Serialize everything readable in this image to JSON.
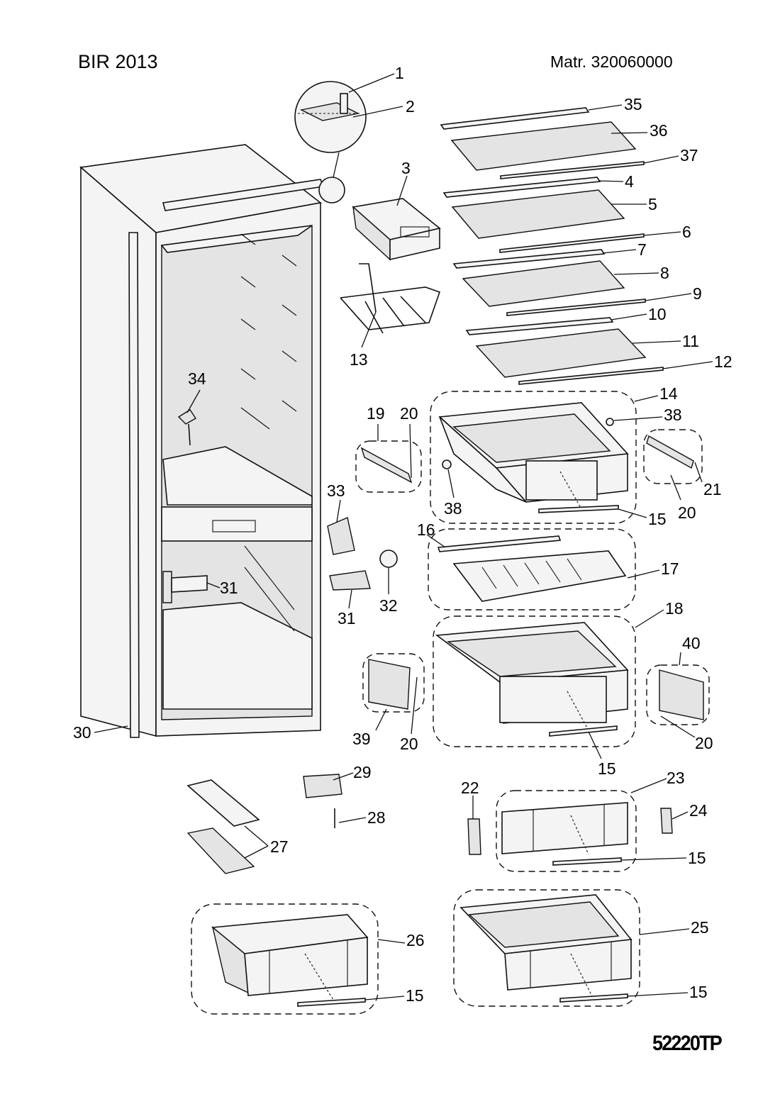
{
  "header": {
    "model": "BIR 2013",
    "matr": "Matr. 320060000"
  },
  "footer": {
    "drawing_code": "52220TP"
  },
  "callouts": [
    {
      "id": "c1",
      "text": "1"
    },
    {
      "id": "c2",
      "text": "2"
    },
    {
      "id": "c3",
      "text": "3"
    },
    {
      "id": "c4",
      "text": "4"
    },
    {
      "id": "c5",
      "text": "5"
    },
    {
      "id": "c6",
      "text": "6"
    },
    {
      "id": "c7",
      "text": "7"
    },
    {
      "id": "c8",
      "text": "8"
    },
    {
      "id": "c9",
      "text": "9"
    },
    {
      "id": "c10",
      "text": "10"
    },
    {
      "id": "c11",
      "text": "11"
    },
    {
      "id": "c12",
      "text": "12"
    },
    {
      "id": "c13",
      "text": "13"
    },
    {
      "id": "c14",
      "text": "14"
    },
    {
      "id": "c15a",
      "text": "15"
    },
    {
      "id": "c15b",
      "text": "15"
    },
    {
      "id": "c15c",
      "text": "15"
    },
    {
      "id": "c15d",
      "text": "15"
    },
    {
      "id": "c15e",
      "text": "15"
    },
    {
      "id": "c16",
      "text": "16"
    },
    {
      "id": "c17",
      "text": "17"
    },
    {
      "id": "c18",
      "text": "18"
    },
    {
      "id": "c19",
      "text": "19"
    },
    {
      "id": "c20a",
      "text": "20"
    },
    {
      "id": "c20b",
      "text": "20"
    },
    {
      "id": "c20c",
      "text": "20"
    },
    {
      "id": "c20d",
      "text": "20"
    },
    {
      "id": "c21",
      "text": "21"
    },
    {
      "id": "c22",
      "text": "22"
    },
    {
      "id": "c23",
      "text": "23"
    },
    {
      "id": "c24",
      "text": "24"
    },
    {
      "id": "c25",
      "text": "25"
    },
    {
      "id": "c26",
      "text": "26"
    },
    {
      "id": "c27",
      "text": "27"
    },
    {
      "id": "c28",
      "text": "28"
    },
    {
      "id": "c29",
      "text": "29"
    },
    {
      "id": "c30",
      "text": "30"
    },
    {
      "id": "c31a",
      "text": "31"
    },
    {
      "id": "c31b",
      "text": "31"
    },
    {
      "id": "c32",
      "text": "32"
    },
    {
      "id": "c33",
      "text": "33"
    },
    {
      "id": "c34",
      "text": "34"
    },
    {
      "id": "c35",
      "text": "35"
    },
    {
      "id": "c36",
      "text": "36"
    },
    {
      "id": "c37",
      "text": "37"
    },
    {
      "id": "c38a",
      "text": "38"
    },
    {
      "id": "c38b",
      "text": "38"
    },
    {
      "id": "c39",
      "text": "39"
    },
    {
      "id": "c40",
      "text": "40"
    }
  ]
}
